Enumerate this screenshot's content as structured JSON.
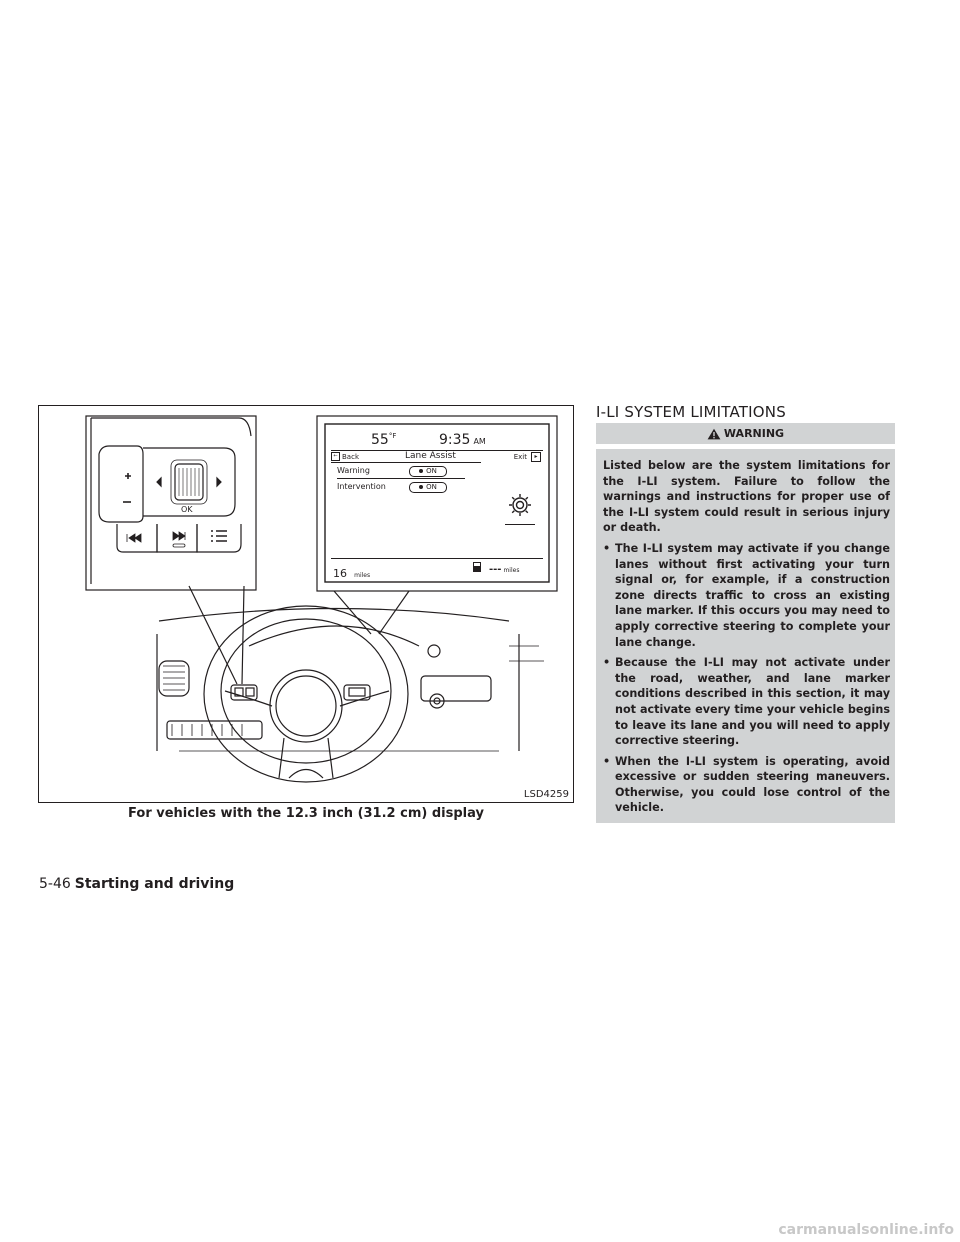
{
  "figure": {
    "display": {
      "temperature": "55",
      "temp_unit": "°F",
      "time": "9:35",
      "ampm": "AM",
      "back_label": "Back",
      "screen_title": "Lane Assist",
      "exit_label": "Exit",
      "rows": [
        {
          "label": "Warning",
          "value": "ON"
        },
        {
          "label": "Intervention",
          "value": "ON"
        }
      ],
      "trip_value": "16",
      "trip_unit": "miles",
      "range_value": "---",
      "range_unit": "miles"
    },
    "switch_ok_label": "OK",
    "code": "LSD4259",
    "caption": "For vehicles with the 12.3 inch (31.2 cm) display"
  },
  "section_title": "I-LI SYSTEM LIMITATIONS",
  "warning": {
    "heading": "WARNING",
    "intro": "Listed below are the system limitations for the I-LI system. Failure to follow the warnings and instructions for proper use of the I-LI system could result in serious injury or death.",
    "bullets": [
      "The I-LI system may activate if you change lanes without first activating your turn signal or, for example, if a construction zone directs traffic to cross an existing lane marker. If this occurs you may need to apply corrective steering to complete your lane change.",
      "Because the I-LI may not activate under the road, weather, and lane marker conditions described in this section, it may not activate every time your vehicle begins to leave its lane and you will need to apply corrective steering.",
      "When the I-LI system is operating, avoid excessive or sudden steering maneuvers. Otherwise, you could lose control of the vehicle."
    ]
  },
  "footer": {
    "page_number": "5-46",
    "section": "Starting and driving"
  },
  "watermark": "carmanualsonline.info"
}
